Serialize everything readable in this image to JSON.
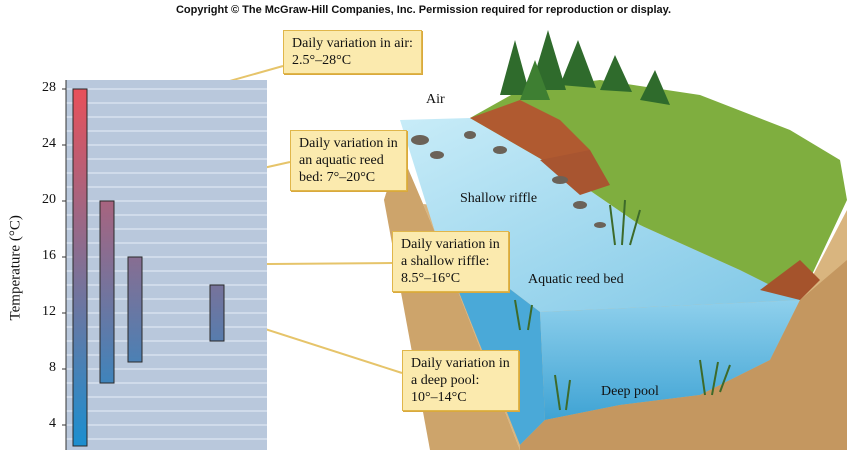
{
  "copyright": "Copyright © The McGraw-Hill Companies, Inc. Permission required for reproduction or display.",
  "chart_data": {
    "type": "bar",
    "ylabel": "Temperature (°C)",
    "yticks": [
      4,
      8,
      12,
      16,
      20,
      24,
      28
    ],
    "ylim": [
      2.5,
      28.5
    ],
    "categories": [
      "air",
      "aquatic reed bed",
      "shallow riffle",
      "deep pool"
    ],
    "ranges": [
      {
        "name": "air",
        "low": 2.5,
        "high": 28
      },
      {
        "name": "aquatic reed bed",
        "low": 7,
        "high": 20
      },
      {
        "name": "shallow riffle",
        "low": 8.5,
        "high": 16
      },
      {
        "name": "deep pool",
        "low": 10,
        "high": 14
      }
    ],
    "colors": {
      "warm": "#e8505a",
      "cool": "#1b8fd0",
      "panel": "#b9c8dc",
      "gridline": "#e8eef7"
    }
  },
  "callouts": {
    "air": [
      "Daily variation in air:",
      "2.5°–28°C"
    ],
    "reed": [
      "Daily variation in",
      "an aquatic reed",
      "bed: 7°–20°C"
    ],
    "riffle": [
      "Daily variation in",
      "a shallow riffle:",
      "8.5°–16°C"
    ],
    "pool": [
      "Daily variation in",
      "a deep pool:",
      "10°–14°C"
    ]
  },
  "picture_labels": {
    "air": "Air",
    "shallow_riffle": "Shallow riffle",
    "reed_bed": "Aquatic reed bed",
    "deep_pool": "Deep pool"
  }
}
